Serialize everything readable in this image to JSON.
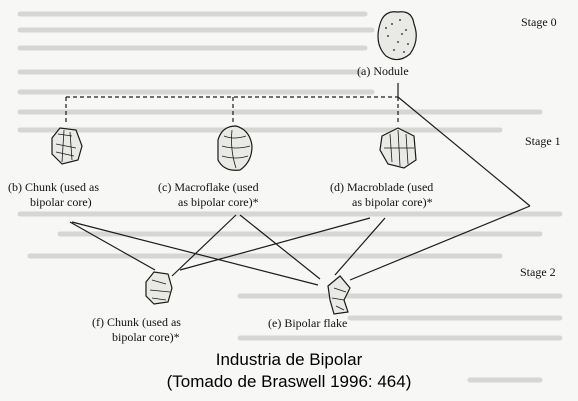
{
  "stages": {
    "stage0": "Stage 0",
    "stage1": "Stage 1",
    "stage2": "Stage 2"
  },
  "nodes": {
    "a": {
      "line1": "(a) Nodule"
    },
    "b": {
      "line1": "(b) Chunk (used as",
      "line2": "bipolar core)"
    },
    "c": {
      "line1": "(c) Macroflake (used",
      "line2": "as bipolar core)*"
    },
    "d": {
      "line1": "(d) Macroblade (used",
      "line2": "as bipolar core)*"
    },
    "e": {
      "line1": "(e) Bipolar flake"
    },
    "f": {
      "line1": "(f) Chunk (used as",
      "line2": "bipolar core)*"
    }
  },
  "caption": {
    "title": "Industria de Bipolar",
    "source": "(Tomado de Braswell 1996: 464)"
  }
}
